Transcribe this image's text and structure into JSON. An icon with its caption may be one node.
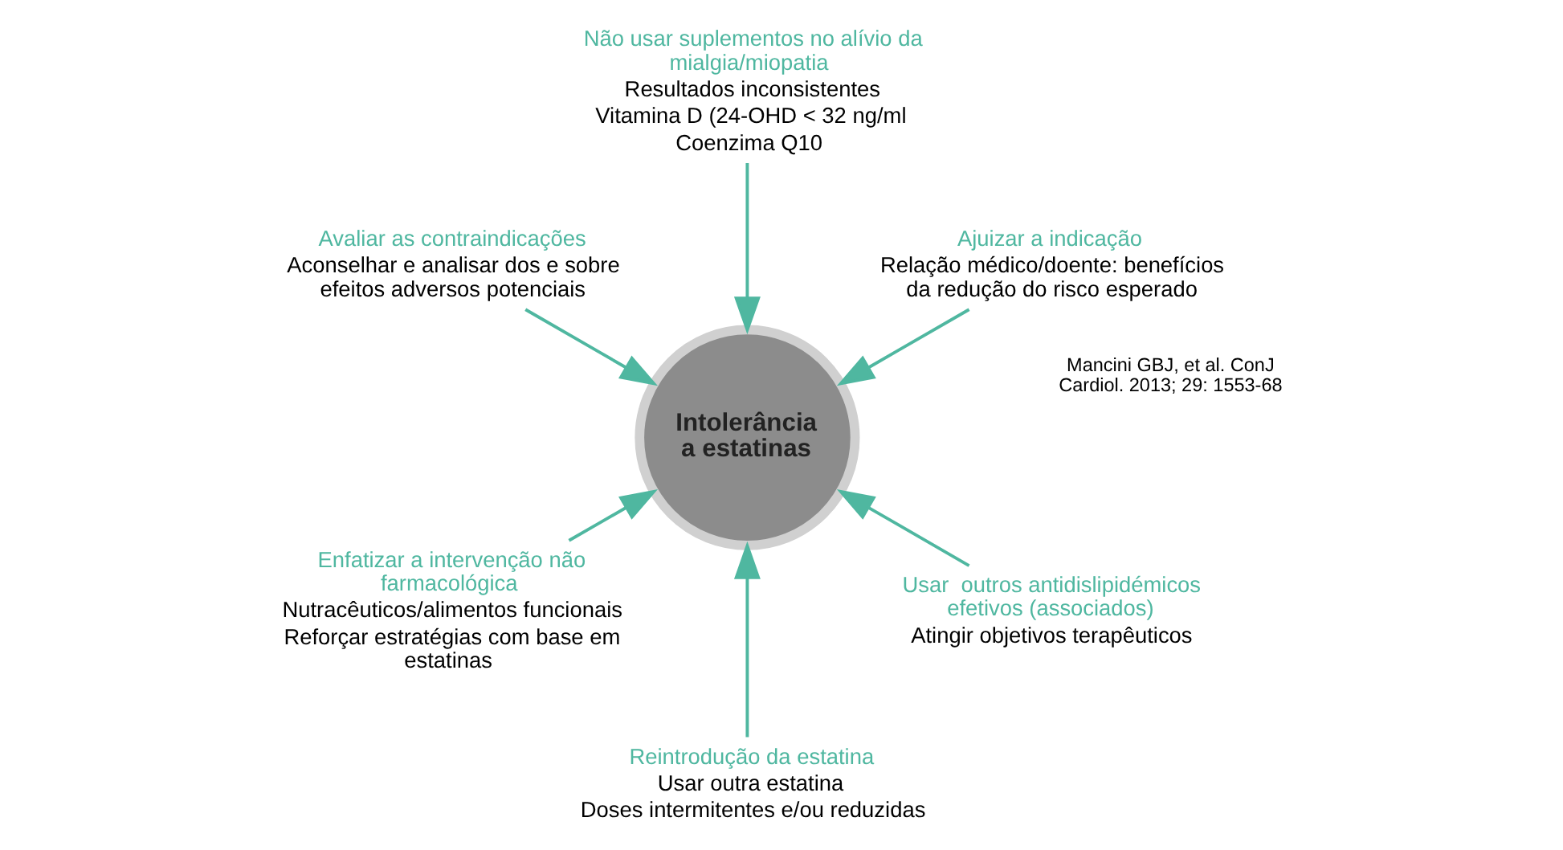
{
  "diagram": {
    "nodes": [
      {
        "text": [
          "Ajuizar a indicação",
          "Relação médico/doente: benefícios da redução do risco esperado"
        ]
      },
      {
        "text": [
          "Não usar suplementos no alívio da mialgia/miopatia",
          "Resultados inconsistentes",
          "Vitamina D (24-OHD < 32 ng/ml",
          "Coenzima Q10"
        ]
      },
      {
        "text": [
          "Avaliar as contraindicações",
          "Aconselhar e analisar dos e sobre efeitos adversos potenciais"
        ]
      },
      {
        "text": [
          "Intolerância a estatinas"
        ]
      },
      {
        "text": [
          "Enfatizar a intervenção não farmacológica",
          "Nutracêuticos/alimentos funcionais",
          "Reforçar estratégias com base em estatinas"
        ]
      },
      {
        "text": [
          "Reintrodução da estatina",
          "Usar outra estatina",
          "Doses intermitentes e/ou reduzidas"
        ]
      },
      {
        "text": [
          "Usar  outros antidislipidémicos efetivos (associados)",
          "Atingir objetivos terapêuticos"
        ]
      }
    ],
    "edges": [
      {
        "from": 0,
        "to": 3,
        "arrow": "to"
      },
      {
        "from": 1,
        "to": 3,
        "arrow": "to"
      },
      {
        "from": 2,
        "to": 3,
        "arrow": "to"
      },
      {
        "from": 4,
        "to": 3,
        "arrow": "to"
      },
      {
        "from": 5,
        "to": 3,
        "arrow": "to"
      },
      {
        "from": 6,
        "to": 3,
        "arrow": "to"
      }
    ],
    "labels": [
      "Mancini GBJ, et al. ConJ Cardiol. 2013; 29: 1553-68"
    ]
  }
}
